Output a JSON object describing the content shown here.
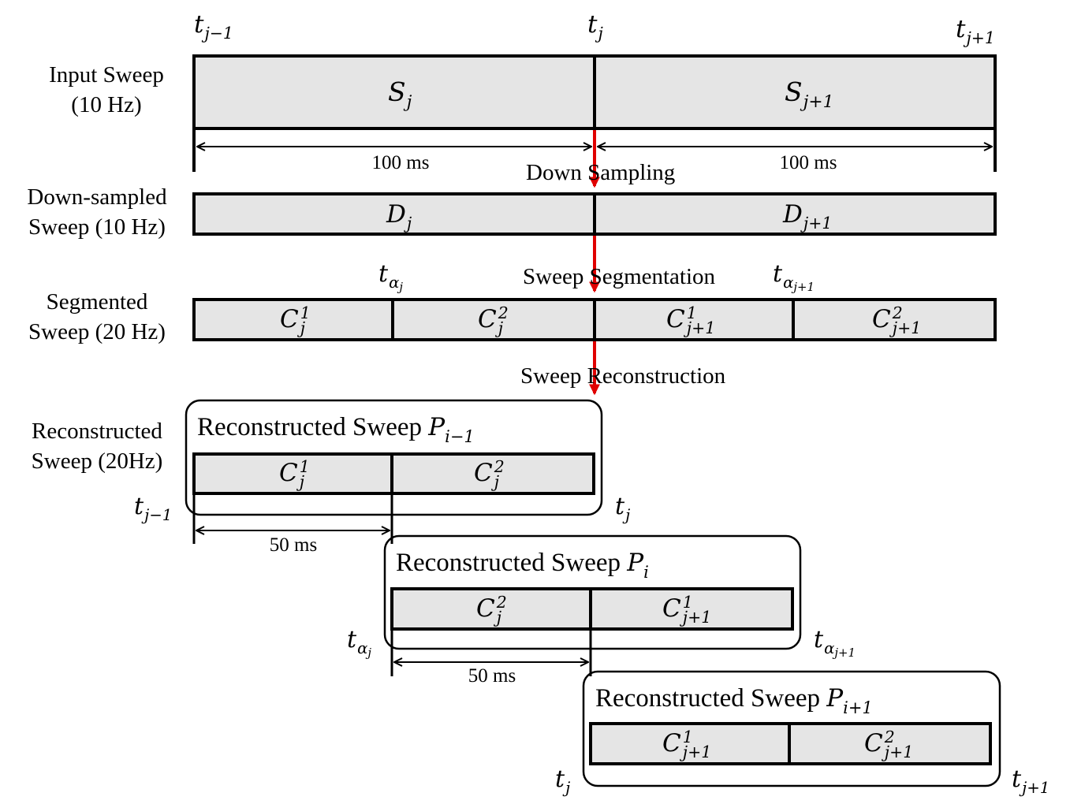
{
  "rows": {
    "input": {
      "line1": "Input Sweep",
      "line2": "(10 Hz)"
    },
    "downsampled": {
      "line1": "Down-sampled",
      "line2": "Sweep (10 Hz)"
    },
    "segmented": {
      "line1": "Segmented",
      "line2": "Sweep (20 Hz)"
    },
    "reconstructed": {
      "line1": "Reconstructed",
      "line2": "Sweep (20Hz)"
    }
  },
  "steps": {
    "down": "Down Sampling",
    "segmentation": "Sweep Segmentation",
    "reconstruction": "Sweep Reconstruction"
  },
  "durations": {
    "input_left": "100 ms",
    "input_right": "100 ms",
    "recon_1": "50 ms",
    "recon_2": "50 ms"
  },
  "time_marks": {
    "t": "t",
    "alpha": "α",
    "j_minus_1": "j−1",
    "j": "j",
    "j_plus_1": "j+1"
  },
  "blocks": {
    "input": {
      "base": "S",
      "left_sub": "j",
      "right_sub": "j+1"
    },
    "down": {
      "base": "D",
      "left_sub": "j",
      "right_sub": "j+1"
    },
    "chunk": {
      "base": "C",
      "sup1": "1",
      "sup2": "2",
      "sub_j": "j",
      "sub_j1": "j+1"
    }
  },
  "recon_boxes": {
    "title": "Reconstructed Sweep",
    "var": "P",
    "sub_prev": "i−1",
    "sub_cur": "i",
    "sub_next": "i+1"
  },
  "colors": {
    "block_fill": "#e5e5e5",
    "stroke": "#000000",
    "flow_arrow": "#e00000"
  }
}
